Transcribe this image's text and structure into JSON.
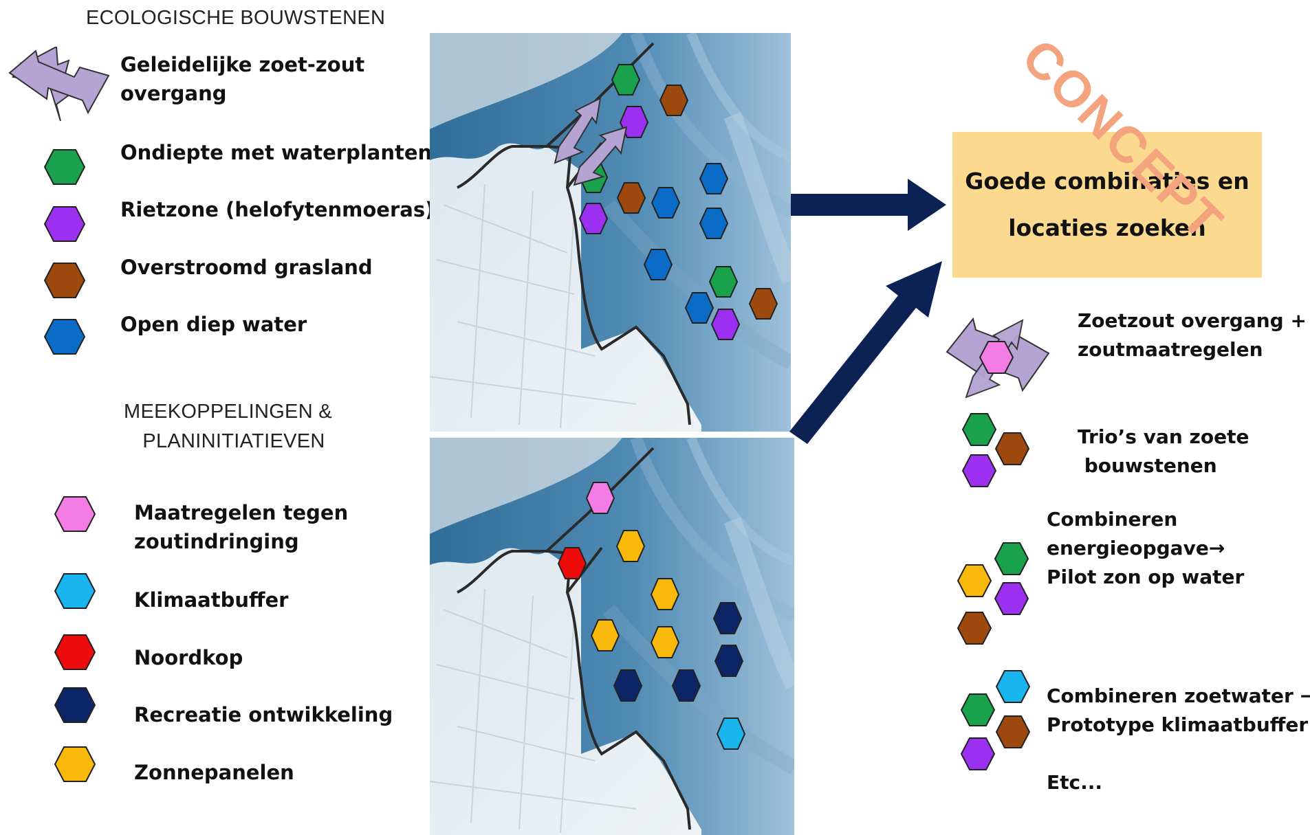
{
  "colors": {
    "green": "#1aa14b",
    "purple": "#9b30f0",
    "brown": "#9e4a0f",
    "blue": "#0a6cc6",
    "pink": "#f47ce5",
    "light_blue": "#19b5ef",
    "red": "#ee0b0b",
    "navy": "#0c2566",
    "yellow": "#f8b90b",
    "arrow_lilac": "#b4a3d3",
    "flow_arrow": "#0d2254",
    "goal_box": "#fbd98e",
    "watermark": "#f4a37f"
  },
  "ecological": {
    "title": "ECOLOGISCHE BOUWSTENEN",
    "items": [
      {
        "icon": "double-arrow-icon",
        "label_lines": [
          "Geleidelijke zoet-zout",
          "overgang"
        ]
      },
      {
        "icon": "green-hexagon-icon",
        "label_lines": [
          "Ondiepte met waterplanten"
        ]
      },
      {
        "icon": "purple-hexagon-icon",
        "label_lines": [
          "Rietzone (helofytenmoeras)"
        ]
      },
      {
        "icon": "brown-hexagon-icon",
        "label_lines": [
          "Overstroomd grasland"
        ]
      },
      {
        "icon": "blue-hexagon-icon",
        "label_lines": [
          "Open diep water"
        ]
      }
    ]
  },
  "coupling": {
    "title_lines": [
      "MEEKOPPELINGEN &",
      "PLANINITIATIEVEN"
    ],
    "items": [
      {
        "icon": "pink-hexagon-icon",
        "label_lines": [
          "Maatregelen tegen",
          "zoutindringing"
        ]
      },
      {
        "icon": "light-blue-hexagon-icon",
        "label_lines": [
          "Klimaatbuffer"
        ]
      },
      {
        "icon": "red-hexagon-icon",
        "label_lines": [
          "Noordkop"
        ]
      },
      {
        "icon": "navy-hexagon-icon",
        "label_lines": [
          "Recreatie ontwikkeling"
        ]
      },
      {
        "icon": "yellow-hexagon-icon",
        "label_lines": [
          "Zonnepanelen"
        ]
      }
    ]
  },
  "goal": {
    "lines": [
      "Goede combinaties en",
      "locaties zoeken"
    ]
  },
  "combinations": [
    {
      "icon": "arrow-with-pink-hexagon-icon",
      "label_lines": [
        "Zoetzout overgang +",
        "zoutmaatregelen"
      ]
    },
    {
      "icon": "hexagon-trio-icon",
      "label_lines": [
        "Trio’s van zoete",
        " bouwstenen"
      ]
    },
    {
      "icon": "hexagon-quad-solar-icon",
      "label_lines": [
        "Combineren",
        "energieopgave→",
        "Pilot zon op water"
      ]
    },
    {
      "icon": "hexagon-quad-buffer-icon",
      "label_lines": [
        "Combineren zoetwater →",
        "Prototype klimaatbuffer",
        "",
        "Etc..."
      ]
    }
  ],
  "watermark": "CONCEPT"
}
